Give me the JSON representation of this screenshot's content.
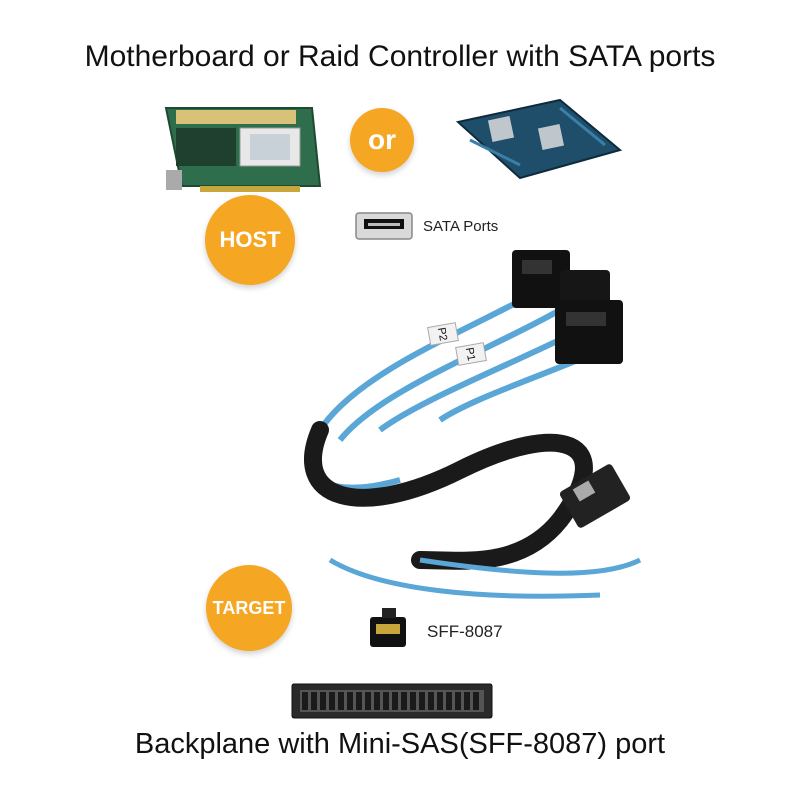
{
  "header": {
    "title": "Motherboard or Raid Controller with SATA ports"
  },
  "badges": {
    "or": "or",
    "host": "HOST",
    "target": "TARGET"
  },
  "legend": {
    "sata_ports": "SATA Ports",
    "sff": "SFF-8087"
  },
  "cable_labels": {
    "p1": "P1",
    "p2": "P2"
  },
  "footer": {
    "title": "Backplane with Mini-SAS(SFF-8087) port"
  },
  "colors": {
    "accent": "#f5a623",
    "cable": "#5aa6d6",
    "sleeve": "#1a1a1a",
    "pcb": "#2e6b4a"
  }
}
